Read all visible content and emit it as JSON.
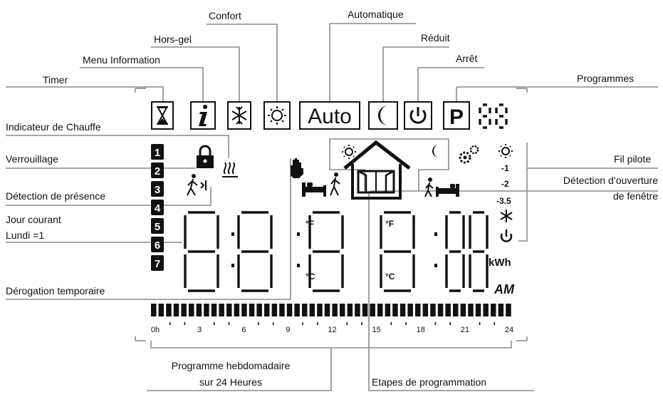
{
  "labels": {
    "timer": "Timer",
    "menu_information": "Menu Information",
    "hors_gel": "Hors-gel",
    "confort": "Confort",
    "automatique": "Automatique",
    "reduit": "Réduit",
    "arret": "Arrêt",
    "programmes": "Programmes",
    "indicateur_chauffe": "Indicateur de Chauffe",
    "verrouillage": "Verrouillage",
    "detection_presence": "Détection de présence",
    "jour_courant_line1": "Jour courant",
    "jour_courant_line2": "Lundi =1",
    "derogation_temporaire": "Dérogation temporaire",
    "fil_pilote": "Fil pilote",
    "detection_ouverture_line1": "Détection d’ouverture",
    "detection_ouverture_line2": "de fenêtre",
    "programme_hebdo_line1": "Programme hebdomadaire",
    "programme_hebdo_line2": "sur 24 Heures",
    "etapes_programmation": "Etapes de programmation"
  },
  "lcd": {
    "auto_text": "Auto",
    "p_text": "P",
    "prog_digits": "88",
    "days": [
      "1",
      "2",
      "3",
      "4",
      "5",
      "6",
      "7"
    ],
    "fil_pilote_levels": [
      "-1",
      "-2",
      "-3.5"
    ],
    "unit_f": "°F",
    "unit_c": "°C",
    "kwh": "kWh",
    "am": "AM",
    "hour_ticks": [
      "0h",
      "3",
      "6",
      "9",
      "12",
      "15",
      "18",
      "21",
      "24"
    ]
  },
  "icons": {
    "timer": "hourglass-icon",
    "info": "info-icon",
    "frost": "snowflake-icon",
    "comfort": "sun-icon",
    "reduced": "moon-icon",
    "off": "power-icon",
    "heating": "heat-waves-icon",
    "lock": "lock-icon",
    "presence": "walking-person-icon",
    "override": "hand-icon",
    "window": "house-window-icon",
    "gears": "gears-icon"
  }
}
